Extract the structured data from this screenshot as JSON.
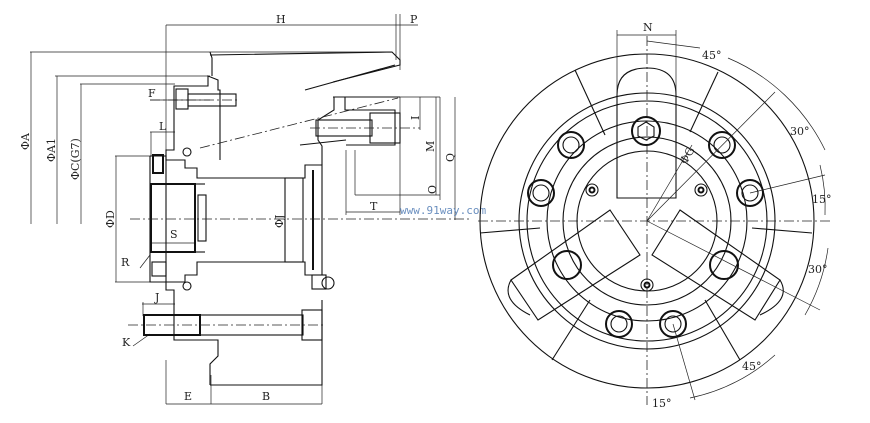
{
  "watermark": "www.91way.com",
  "side_view": {
    "labels": {
      "H": "H",
      "P": "P",
      "A": "ΦA",
      "A1": "ΦA1",
      "C": "ΦC(G7)",
      "F": "F",
      "L": "L",
      "I": "I",
      "M": "M",
      "Q": "Q",
      "O": "O",
      "T": "T",
      "D": "ΦD",
      "J_dia": "ΦJ",
      "S": "S",
      "R": "R",
      "J": "J",
      "K": "K",
      "E": "E",
      "B": "B"
    }
  },
  "front_view": {
    "labels": {
      "N": "N",
      "G": "ΦG",
      "angle_top": "45°",
      "angle_upper_right": "30°",
      "angle_right": "15°",
      "angle_lower_right": "30°",
      "angle_bottom_right": "45°",
      "angle_bottom": "15°"
    }
  }
}
